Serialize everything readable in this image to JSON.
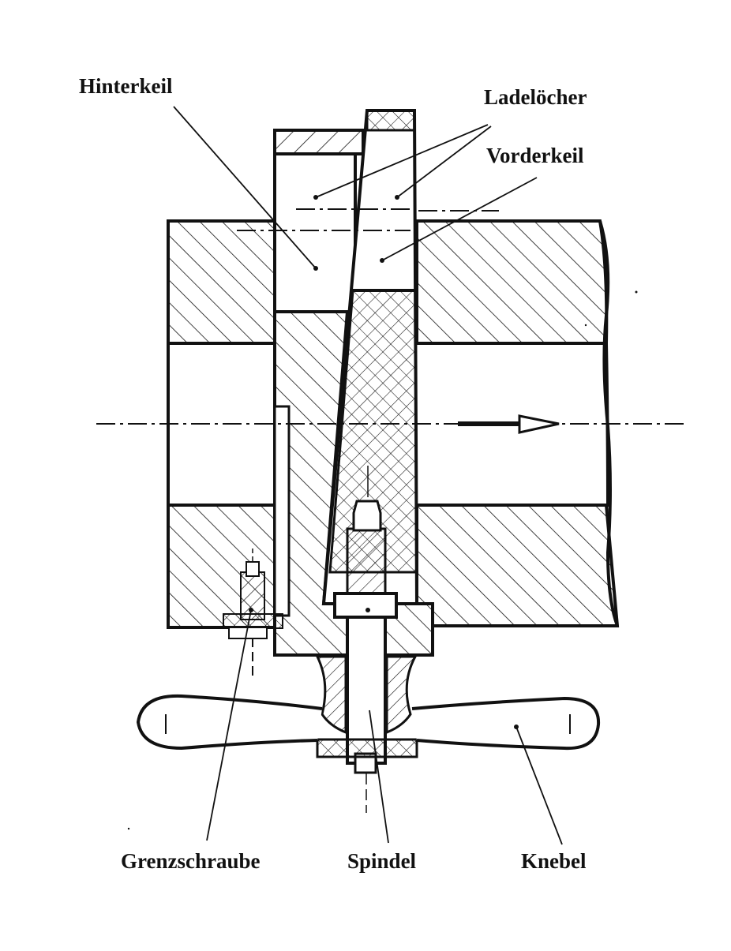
{
  "labels": {
    "hinterkeil": "Hinterkeil",
    "ladeloecher": "Ladelöcher",
    "vorderkeil": "Vorderkeil",
    "grenzschraube": "Grenzschraube",
    "spindel": "Spindel",
    "knebel": "Knebel"
  },
  "colors": {
    "ink": "#111111",
    "paper": "#ffffff"
  }
}
